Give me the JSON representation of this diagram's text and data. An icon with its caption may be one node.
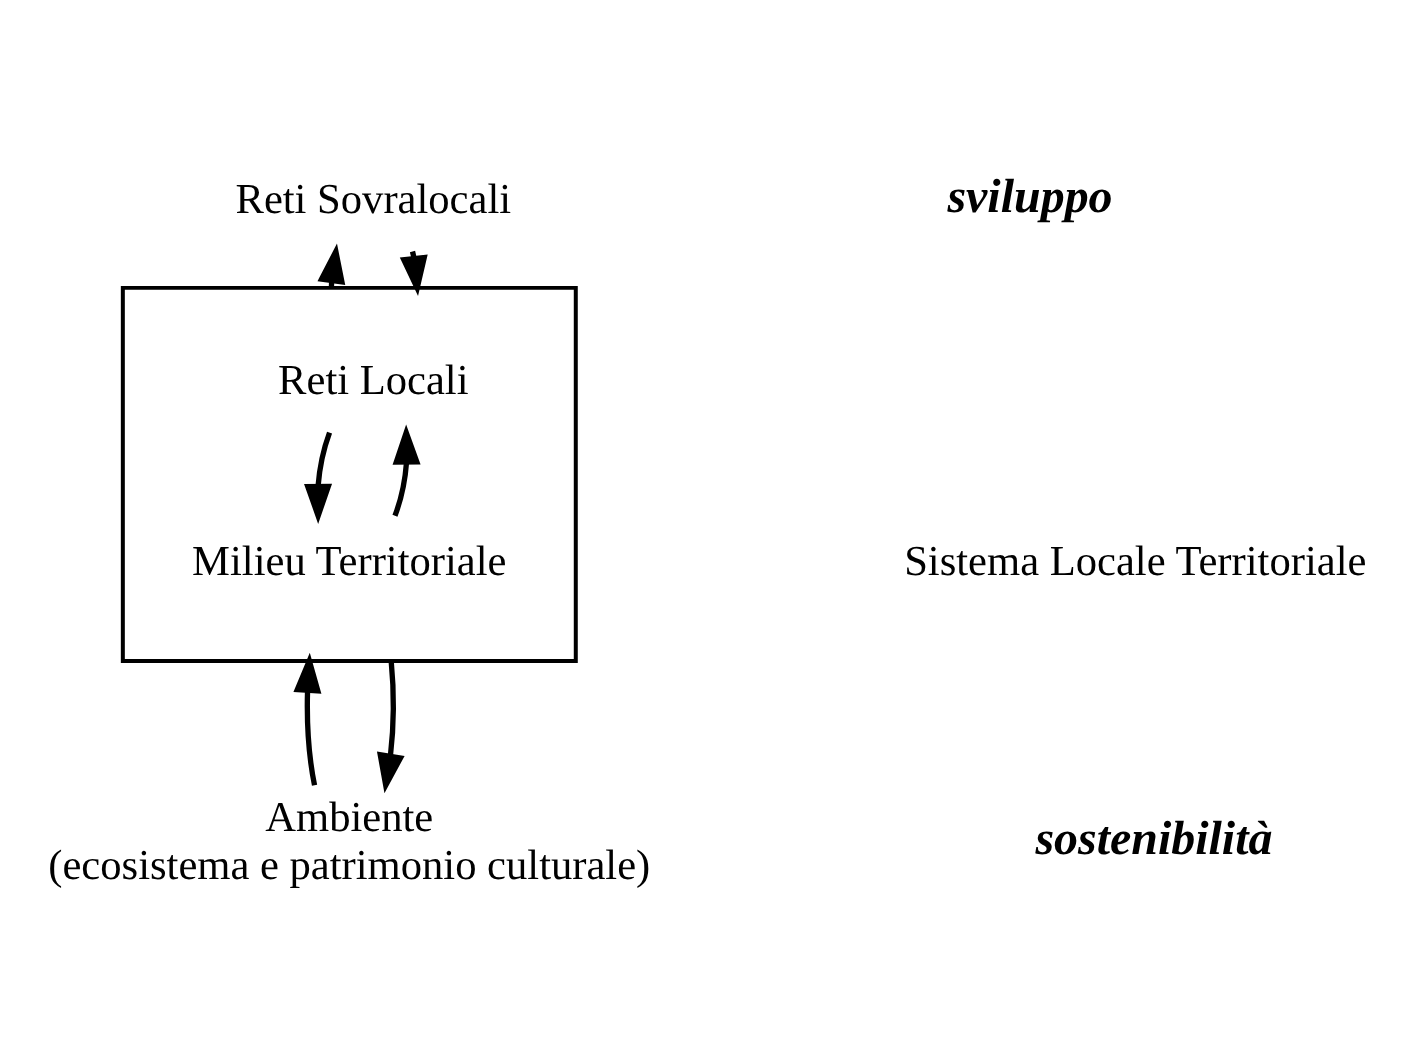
{
  "diagram": {
    "nodes": [
      {
        "text": [
          "Reti Sovralocali"
        ]
      },
      {
        "text": [],
        "shape": "box"
      },
      {
        "text": [
          "Reti Locali"
        ],
        "in": 1
      },
      {
        "text": [
          "Milieu Territoriale"
        ],
        "in": 1
      },
      {
        "text": [
          "Ambiente",
          "(ecosistema e patrimonio culturale)"
        ]
      }
    ],
    "edges": [
      {
        "from": 1,
        "to": 0,
        "arrow": "to"
      },
      {
        "from": 0,
        "to": 1,
        "arrow": "to"
      },
      {
        "from": 2,
        "to": 3,
        "arrow": "to"
      },
      {
        "from": 3,
        "to": 2,
        "arrow": "to"
      },
      {
        "from": 4,
        "to": 1,
        "arrow": "to"
      },
      {
        "from": 1,
        "to": 4,
        "arrow": "to"
      }
    ],
    "labels": [
      "sviluppo",
      "Sistema Locale Territoriale",
      "sostenibilità"
    ]
  }
}
